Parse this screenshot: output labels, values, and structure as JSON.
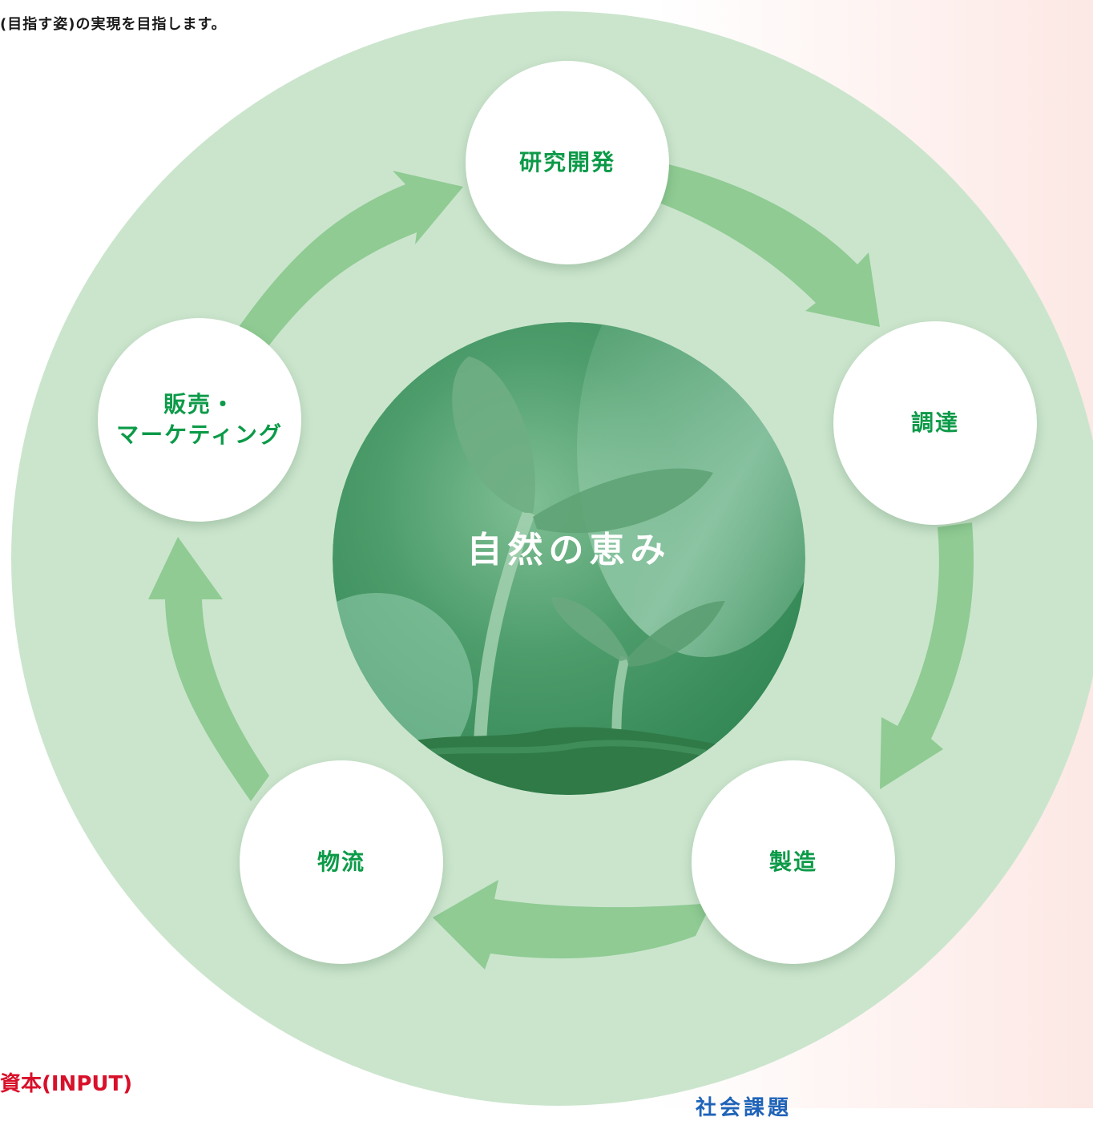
{
  "header": {
    "intro_text": "(目指す姿)の実現を目指します。"
  },
  "diagram": {
    "center_label": "自然の恵み",
    "nodes": [
      {
        "id": "rnd",
        "label_lines": [
          "研究開発"
        ]
      },
      {
        "id": "procurement",
        "label_lines": [
          "調達"
        ]
      },
      {
        "id": "manufacturing",
        "label_lines": [
          "製造"
        ]
      },
      {
        "id": "logistics",
        "label_lines": [
          "物流"
        ]
      },
      {
        "id": "sales",
        "label_lines": [
          "販売・",
          "マーケティング"
        ]
      }
    ],
    "colors": {
      "outer_circle": "#cbe5cd",
      "arrows": "#8fcb93",
      "node_text": "#0c9a48",
      "center_circle_dark": "#2f8552",
      "center_circle_light": "#9fd6b6"
    }
  },
  "footer": {
    "capital_label": "資本(INPUT)",
    "social_label": "社会課題"
  }
}
